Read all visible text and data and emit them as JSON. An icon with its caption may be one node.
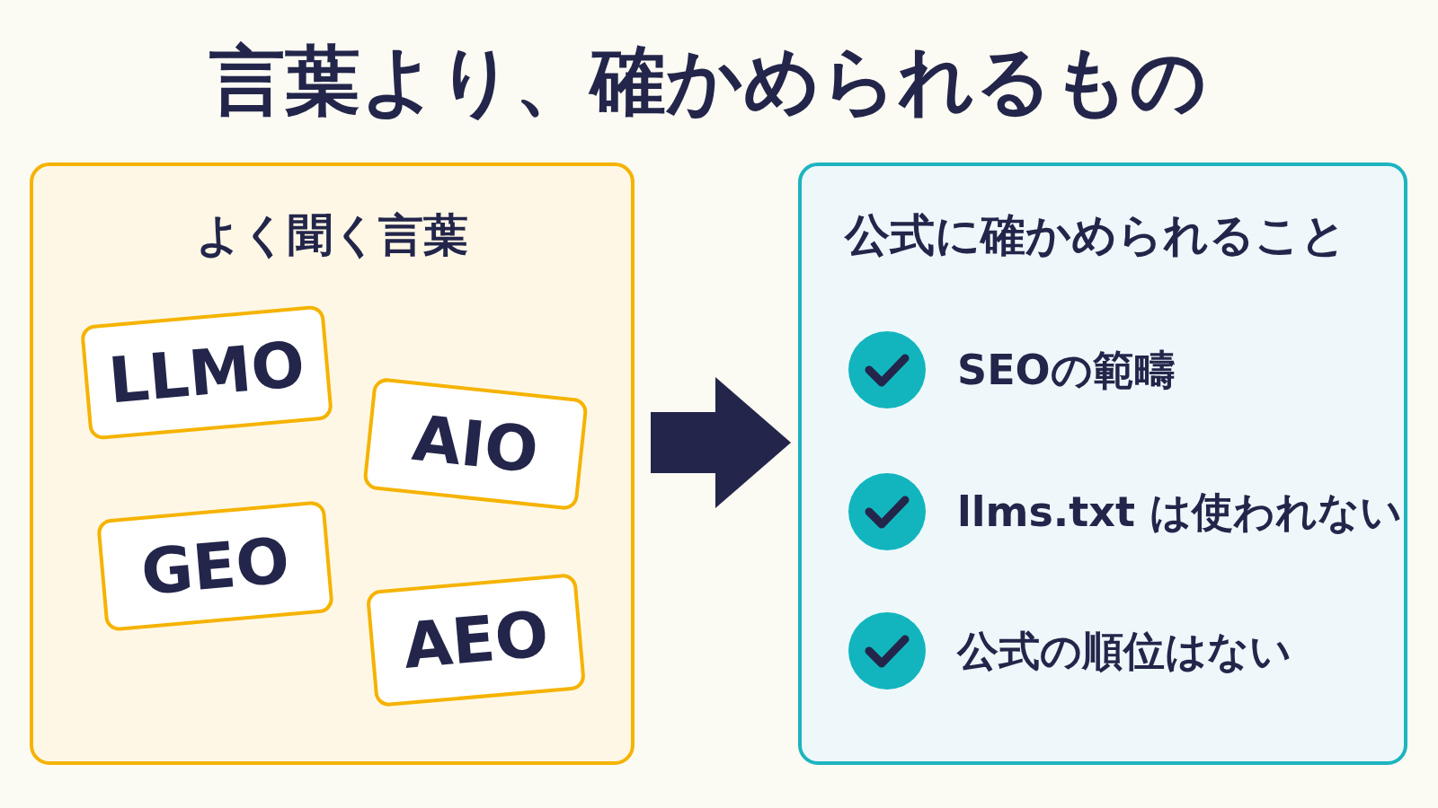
{
  "diagram": {
    "title": "言葉より、確かめられるもの",
    "nodes": [
      {
        "text": [
          "よく聞く言葉"
        ]
      },
      {
        "text": [
          "LLMO"
        ],
        "in": 0
      },
      {
        "text": [
          "AIO"
        ],
        "in": 0
      },
      {
        "text": [
          "GEO"
        ],
        "in": 0
      },
      {
        "text": [
          "AEO"
        ],
        "in": 0
      },
      {
        "text": [
          "公式に確かめられること"
        ]
      },
      {
        "text": [
          "SEOの範疇"
        ],
        "in": 5
      },
      {
        "text": [
          "llms.txt は使われない"
        ],
        "in": 5
      },
      {
        "text": [
          "公式の順位はない"
        ],
        "in": 5
      }
    ],
    "edges": [
      {
        "from": 0,
        "to": 5,
        "arrow": "to"
      }
    ]
  }
}
